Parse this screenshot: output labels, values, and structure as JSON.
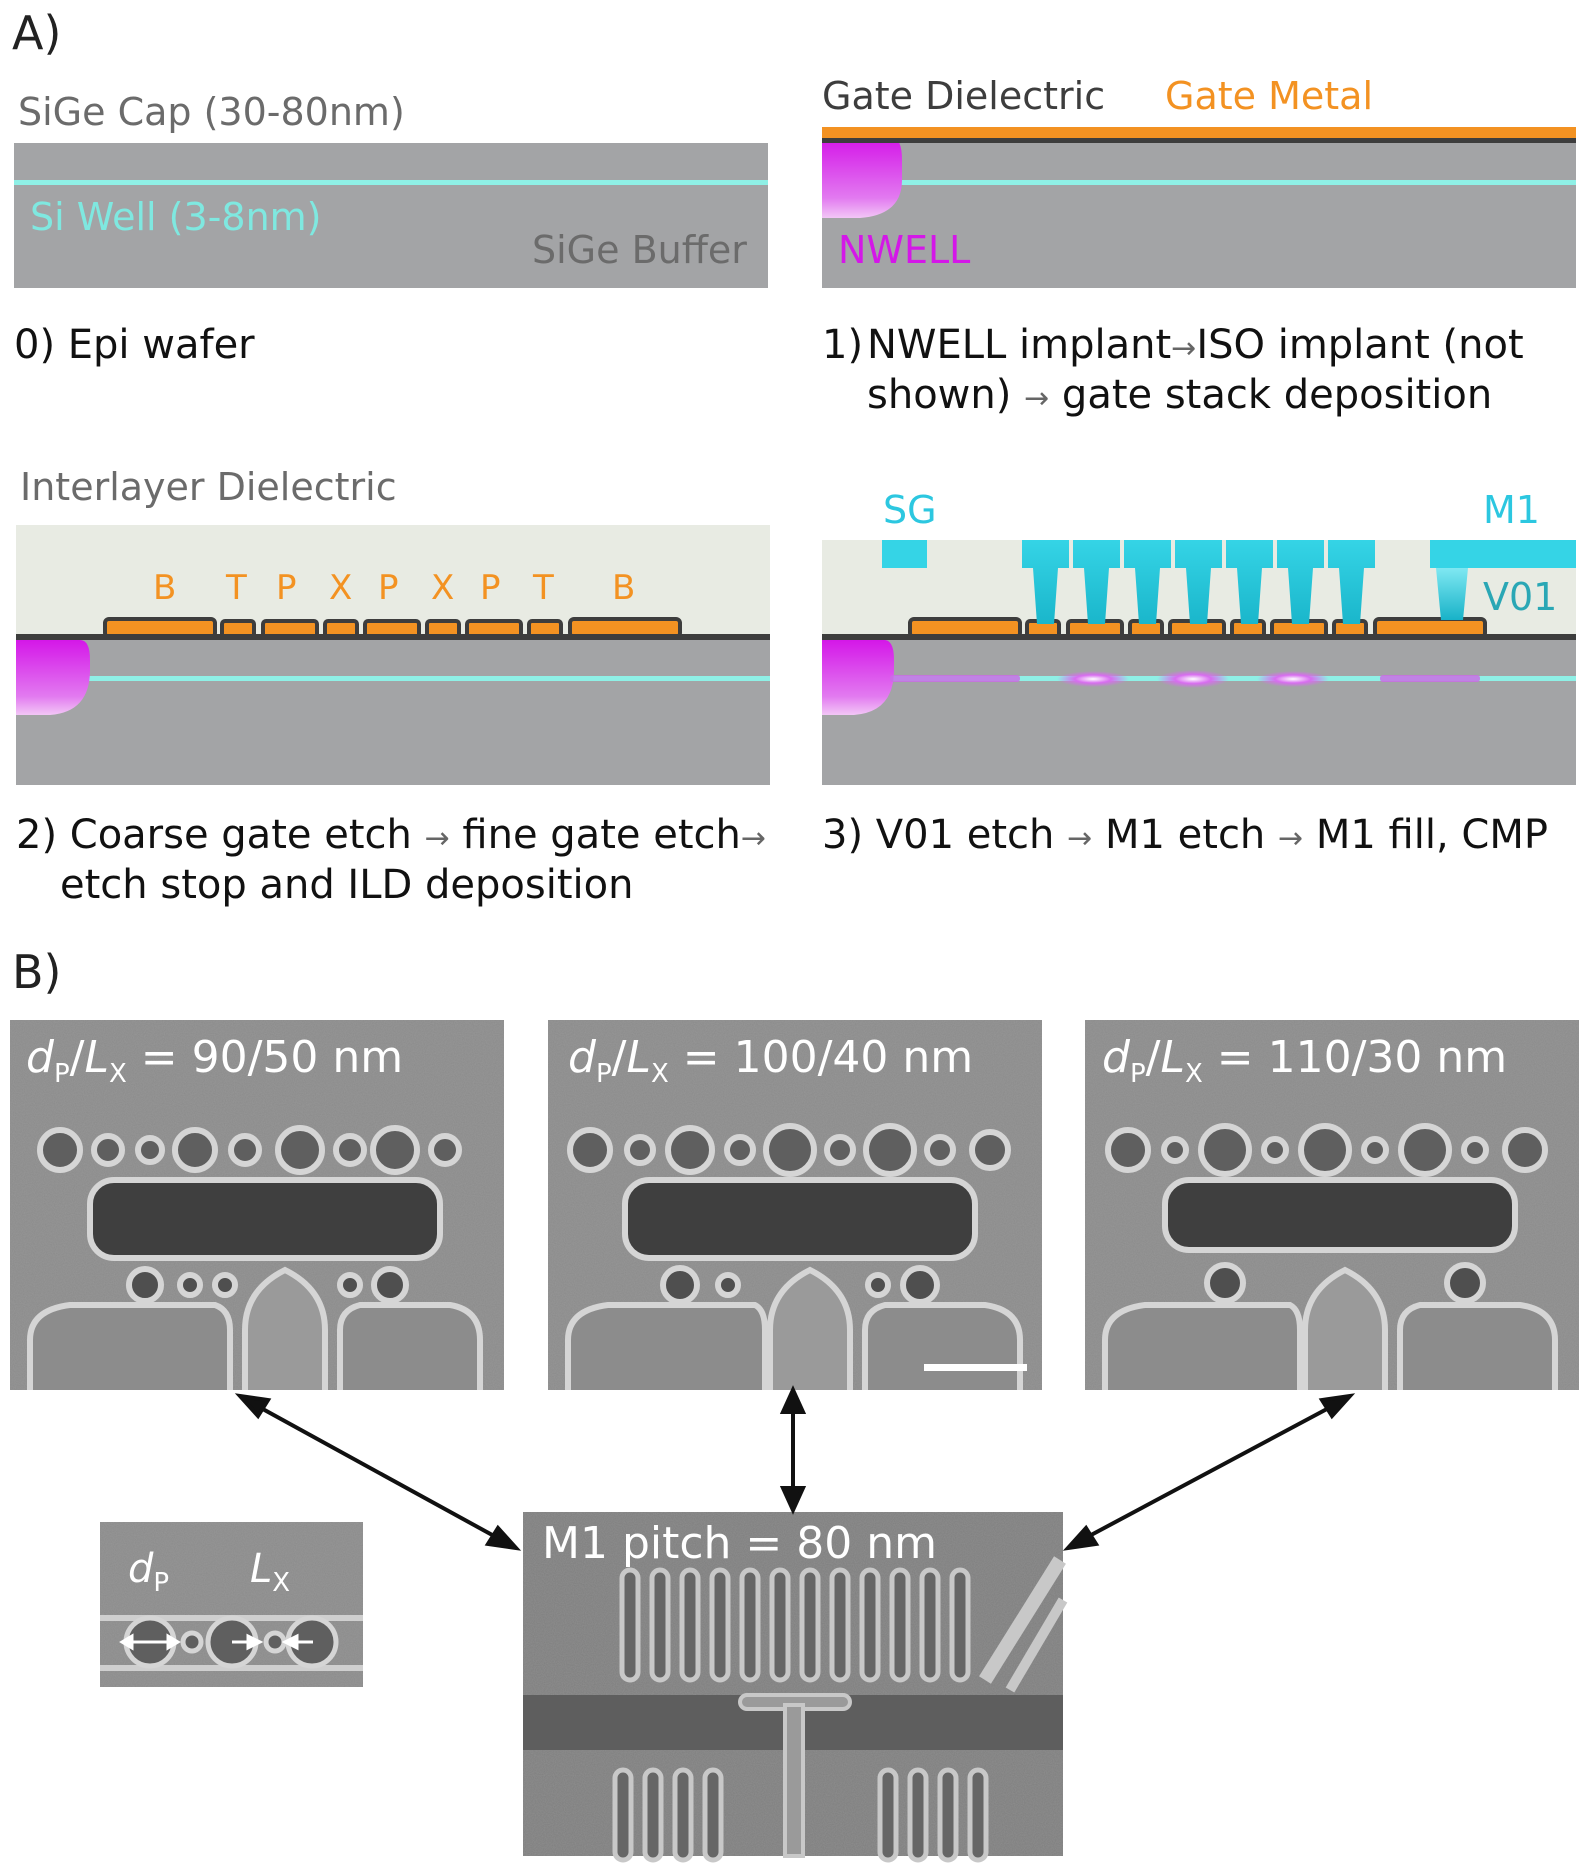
{
  "panel_a": {
    "letter": "A)",
    "step0": {
      "cap_label": "SiGe Cap (30-80nm)",
      "well_label": "Si Well (3-8nm)",
      "buffer_label": "SiGe Buffer",
      "caption": "0) Epi wafer"
    },
    "step1": {
      "dielectric_label": "Gate Dielectric",
      "metal_label": "Gate Metal",
      "nwell_label": "NWELL",
      "caption_num": "1)",
      "caption_line1_a": "NWELL implant",
      "caption_line1_b": "ISO implant (not",
      "caption_line2_a": "shown)",
      "caption_line2_b": "gate stack deposition"
    },
    "step2": {
      "ild_label": "Interlayer Dielectric",
      "gate_letters": [
        "B",
        "T",
        "P",
        "X",
        "P",
        "X",
        "P",
        "T",
        "B"
      ],
      "caption_line1_a": "2) Coarse gate etch",
      "caption_line1_b": "fine gate etch",
      "caption_line2": "etch stop and ILD deposition"
    },
    "step3": {
      "sg_label": "SG",
      "m1_label": "M1",
      "v01_label": "V01",
      "caption_a": "3) V01 etch",
      "caption_b": "M1 etch",
      "caption_c": "M1 fill, CMP"
    },
    "arrow_glyph": "→"
  },
  "panel_b": {
    "letter": "B)",
    "sem_images": [
      {
        "dp": "d",
        "dp_sub": "P",
        "lx": "L",
        "lx_sub": "X",
        "value": " = 90/50 nm"
      },
      {
        "dp": "d",
        "dp_sub": "P",
        "lx": "L",
        "lx_sub": "X",
        "value": " = 100/40 nm"
      },
      {
        "dp": "d",
        "dp_sub": "P",
        "lx": "L",
        "lx_sub": "X",
        "value": " = 110/30 nm"
      }
    ],
    "inset": {
      "dp": "d",
      "dp_sub": "P",
      "lx": "L",
      "lx_sub": "X"
    },
    "m1_pitch_label": "M1 pitch = 80 nm"
  },
  "colors": {
    "substrate": "#a3a4a6",
    "well": "#8ff0e6",
    "gate_metal": "#f39222",
    "dielectric": "#3d3d3d",
    "ild": "#e8ebe3",
    "nwell": "#d417e8",
    "m1": "#35d4e6"
  }
}
